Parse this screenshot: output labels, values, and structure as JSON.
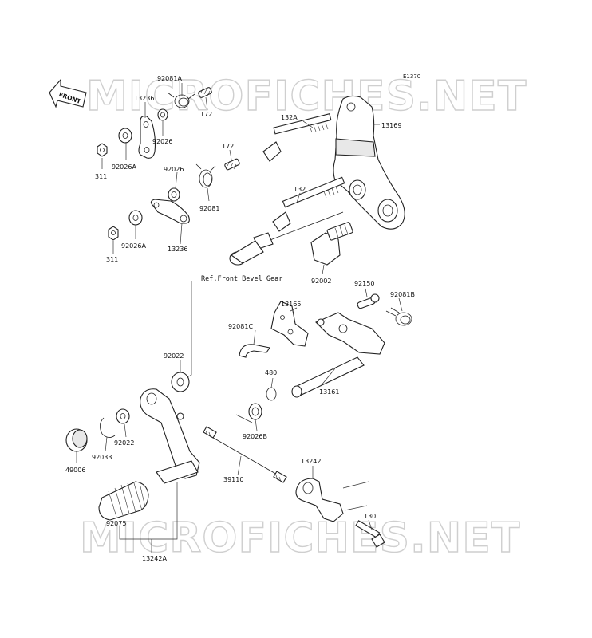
{
  "watermark": {
    "text": "MICROFICHES.NET"
  },
  "diagram_code": "E1370",
  "front_label": "FRONT",
  "reference_note": "Ref.Front Bevel Gear",
  "parts": {
    "p92081A": "92081A",
    "p13236_top": "13236",
    "p172_top": "172",
    "p92026_top": "92026",
    "p311_top": "311",
    "p92026A_top": "92026A",
    "p172_mid": "172",
    "p92026_mid": "92026",
    "p92081": "92081",
    "p311_bot": "311",
    "p92026A_bot": "92026A",
    "p13236_bot": "13236",
    "p132A": "132A",
    "p13169": "13169",
    "p132": "132",
    "p92002": "92002",
    "p92150": "92150",
    "p92081B": "92081B",
    "p13165": "13165",
    "p92081C": "92081C",
    "p13161": "13161",
    "p480": "480",
    "p92022_top": "92022",
    "p92026B": "92026B",
    "p92022_left": "92022",
    "p92033": "92033",
    "p49006": "49006",
    "p39110": "39110",
    "p13242": "13242",
    "p130": "130",
    "p92075": "92075",
    "p13242A": "13242A"
  }
}
